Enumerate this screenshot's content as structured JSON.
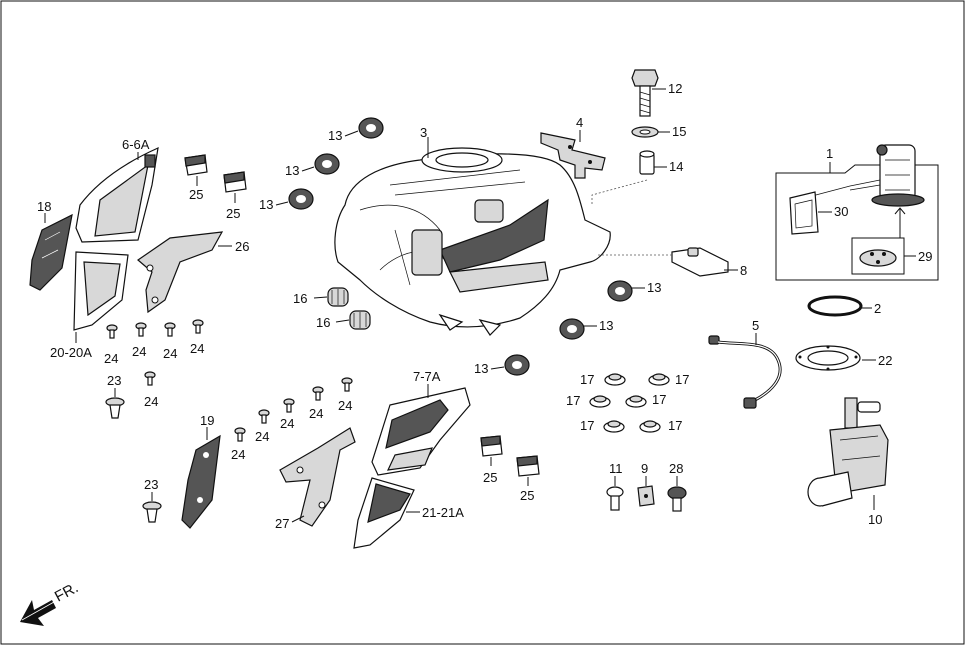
{
  "colors": {
    "ink": "#111111",
    "paper": "#ffffff",
    "fill_light": "#d8d8d8",
    "fill_dark": "#555555"
  },
  "direction_label": "FR.",
  "callouts": {
    "c1": "1",
    "c2": "2",
    "c3": "3",
    "c4": "4",
    "c5": "5",
    "c6": "6-6A",
    "c7": "7-7A",
    "c8": "8",
    "c9": "9",
    "c10": "10",
    "c11": "11",
    "c12": "12",
    "c13a": "13",
    "c13b": "13",
    "c13c": "13",
    "c13d": "13",
    "c13e": "13",
    "c13f": "13",
    "c14": "14",
    "c15": "15",
    "c16a": "16",
    "c16b": "16",
    "c17a": "17",
    "c17b": "17",
    "c17c": "17",
    "c17d": "17",
    "c17e": "17",
    "c17f": "17",
    "c18": "18",
    "c19": "19",
    "c20": "20-20A",
    "c21": "21-21A",
    "c22": "22",
    "c23a": "23",
    "c23b": "23",
    "c24a": "24",
    "c24b": "24",
    "c24c": "24",
    "c24d": "24",
    "c24e": "24",
    "c24f": "24",
    "c24g": "24",
    "c24h": "24",
    "c24i": "24",
    "c24j": "24",
    "c25a": "25",
    "c25b": "25",
    "c25c": "25",
    "c25d": "25",
    "c26": "26",
    "c27": "27",
    "c28": "28",
    "c29": "29",
    "c30": "30"
  }
}
